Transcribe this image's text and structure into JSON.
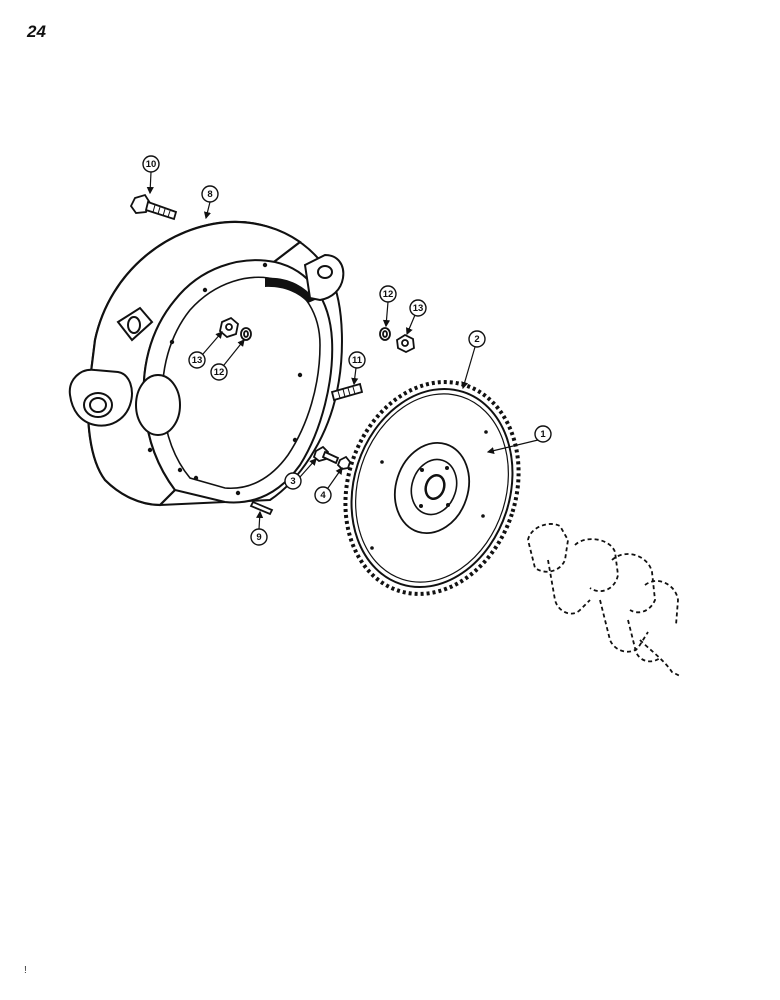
{
  "page": {
    "number": "24",
    "corner_mark": "!"
  },
  "callouts": [
    {
      "id": "c1",
      "label": "1",
      "part": "flywheel"
    },
    {
      "id": "c2",
      "label": "2",
      "part": "ring-gear"
    },
    {
      "id": "c3",
      "label": "3",
      "part": "flywheel-bolt"
    },
    {
      "id": "c4",
      "label": "4",
      "part": "nut"
    },
    {
      "id": "c8",
      "label": "8",
      "part": "flywheel-housing"
    },
    {
      "id": "c9",
      "label": "9",
      "part": "dowel-pin"
    },
    {
      "id": "c10",
      "label": "10",
      "part": "cap-screw"
    },
    {
      "id": "c11",
      "label": "11",
      "part": "stud"
    },
    {
      "id": "c12a",
      "label": "12",
      "part": "lock-washer"
    },
    {
      "id": "c13a",
      "label": "13",
      "part": "nut"
    },
    {
      "id": "c12b",
      "label": "12",
      "part": "lock-washer"
    },
    {
      "id": "c13b",
      "label": "13",
      "part": "nut"
    }
  ],
  "colors": {
    "ink": "#111111",
    "paper": "#ffffff"
  }
}
